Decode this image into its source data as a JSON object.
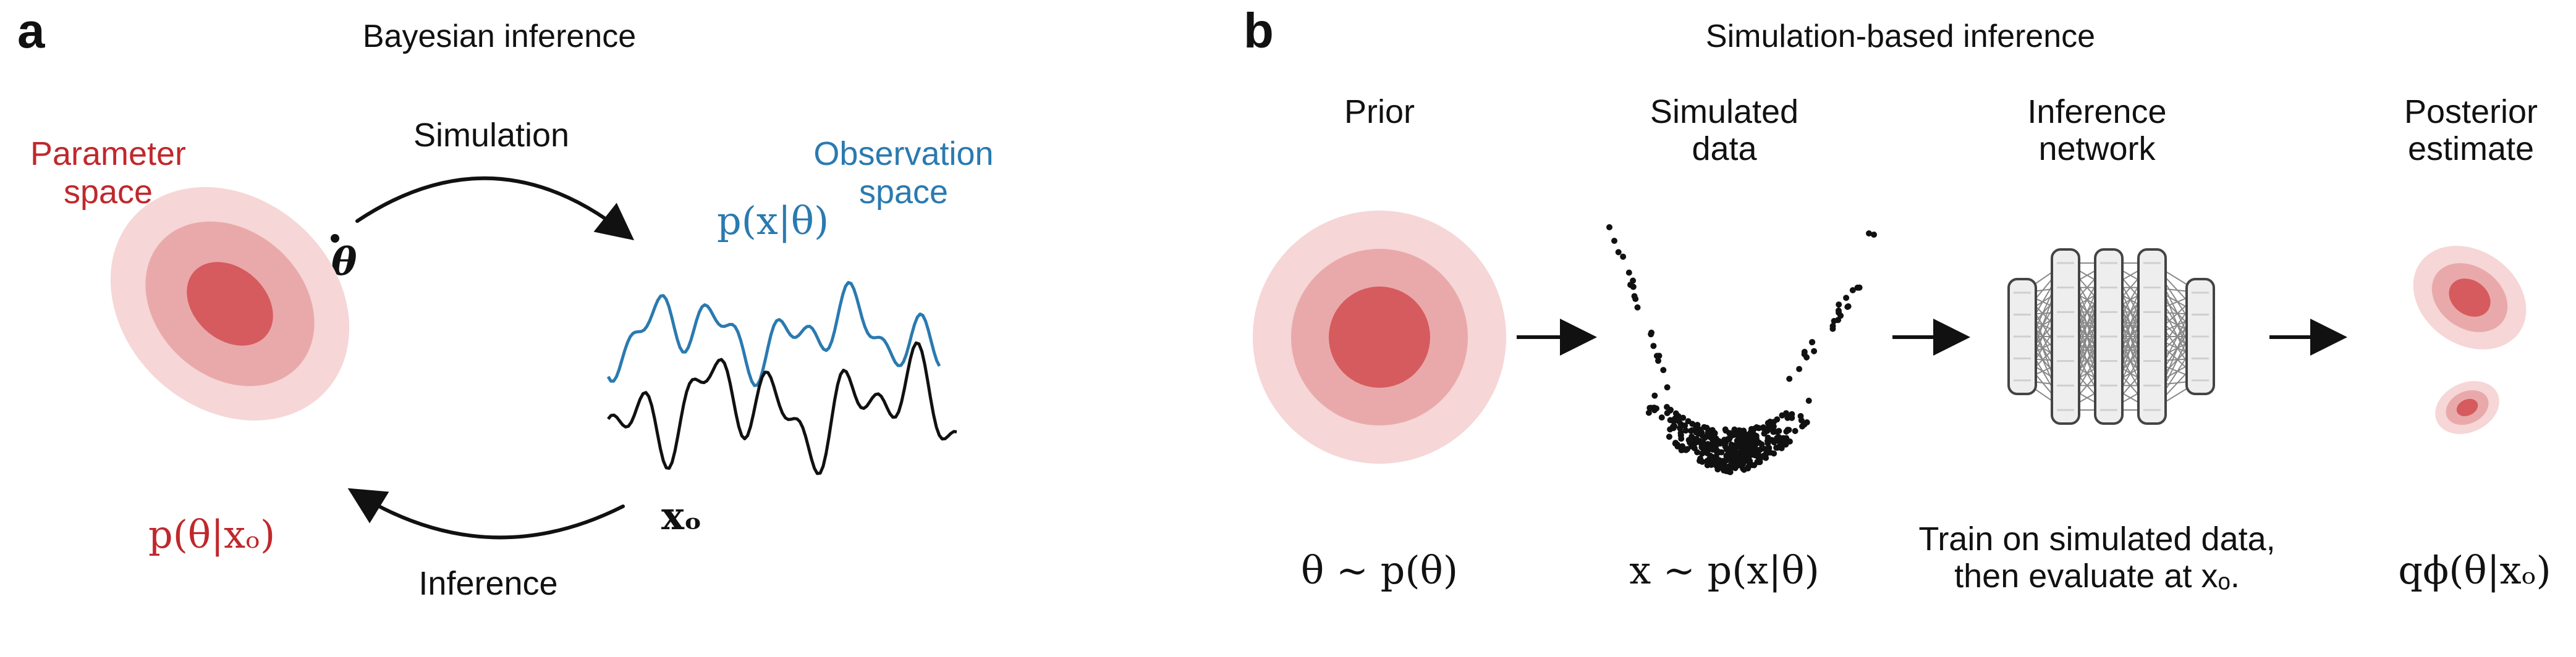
{
  "panel_a": {
    "letter": "a",
    "title": "Bayesian inference",
    "parameter_space": [
      "Parameter",
      "space"
    ],
    "observation_space": [
      "Observation",
      "space"
    ],
    "simulation_label": "Simulation",
    "inference_label": "Inference",
    "theta_symbol": "θ",
    "likelihood_expr": "p(x|θ)",
    "observed_expr": "xₒ",
    "posterior_expr": "p(θ|xₒ)"
  },
  "panel_b": {
    "letter": "b",
    "title": "Simulation-based inference",
    "headers": {
      "prior": [
        "Prior"
      ],
      "simulated": [
        "Simulated",
        "data"
      ],
      "network": [
        "Inference",
        "network"
      ],
      "posterior": [
        "Posterior",
        "estimate"
      ]
    },
    "prior_expr": "θ ~ p(θ)",
    "sim_expr": "x ~ p(x|θ)",
    "network_caption": [
      "Train on simulated data,",
      "then evaluate at xₒ."
    ],
    "posterior_expr": "qϕ(θ|xₒ)"
  },
  "colors": {
    "red_dark": "#d65b5e",
    "red_mid": "#e9a9aa",
    "red_light": "#f6d6d6",
    "red_text": "#c0282c",
    "blue": "#2a7ab0",
    "network_fill": "#eeeeee",
    "network_stroke": "#444444"
  },
  "icons": [
    "arrow-right-icon",
    "curved-arrow-icon",
    "neural-network-icon",
    "gaussian-blob-icon"
  ]
}
